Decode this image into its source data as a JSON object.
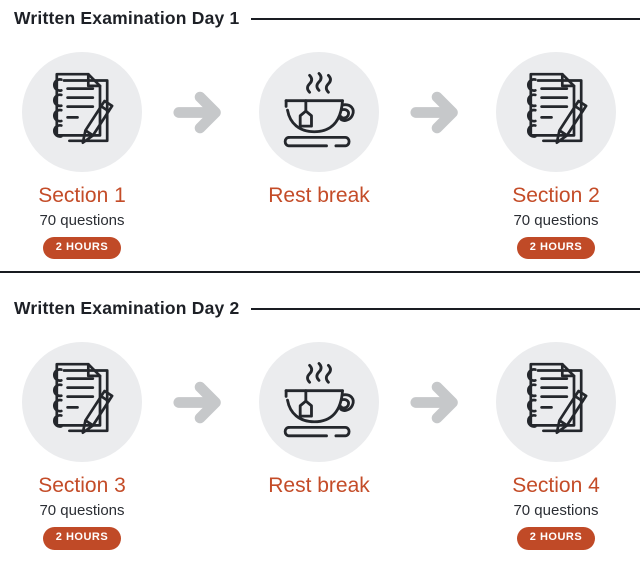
{
  "colors": {
    "accent": "#c44c28",
    "badge_bg": "#c04a27",
    "badge_text": "#ffffff",
    "title_dark": "#1d2026",
    "body_text": "#2b2e34",
    "circle_bg": "#ebecee",
    "arrow_gray": "#c6c8ca",
    "icon_stroke": "#24272c"
  },
  "icons": {
    "exam": "notebook-pencil-icon",
    "break": "teacup-icon",
    "flow": "arrow-right-icon"
  },
  "days": [
    {
      "title": "Written Examination Day 1",
      "steps": [
        {
          "label": "Section 1",
          "sub": "70 questions",
          "badge": "2 HOURS",
          "icon": "notebook-pencil-icon"
        },
        {
          "label": "Rest break",
          "icon": "teacup-icon"
        },
        {
          "label": "Section 2",
          "sub": "70 questions",
          "badge": "2 HOURS",
          "icon": "notebook-pencil-icon"
        }
      ]
    },
    {
      "title": "Written Examination Day 2",
      "steps": [
        {
          "label": "Section 3",
          "sub": "70 questions",
          "badge": "2 HOURS",
          "icon": "notebook-pencil-icon"
        },
        {
          "label": "Rest break",
          "icon": "teacup-icon"
        },
        {
          "label": "Section 4",
          "sub": "70 questions",
          "badge": "2 HOURS",
          "icon": "notebook-pencil-icon"
        }
      ]
    }
  ]
}
